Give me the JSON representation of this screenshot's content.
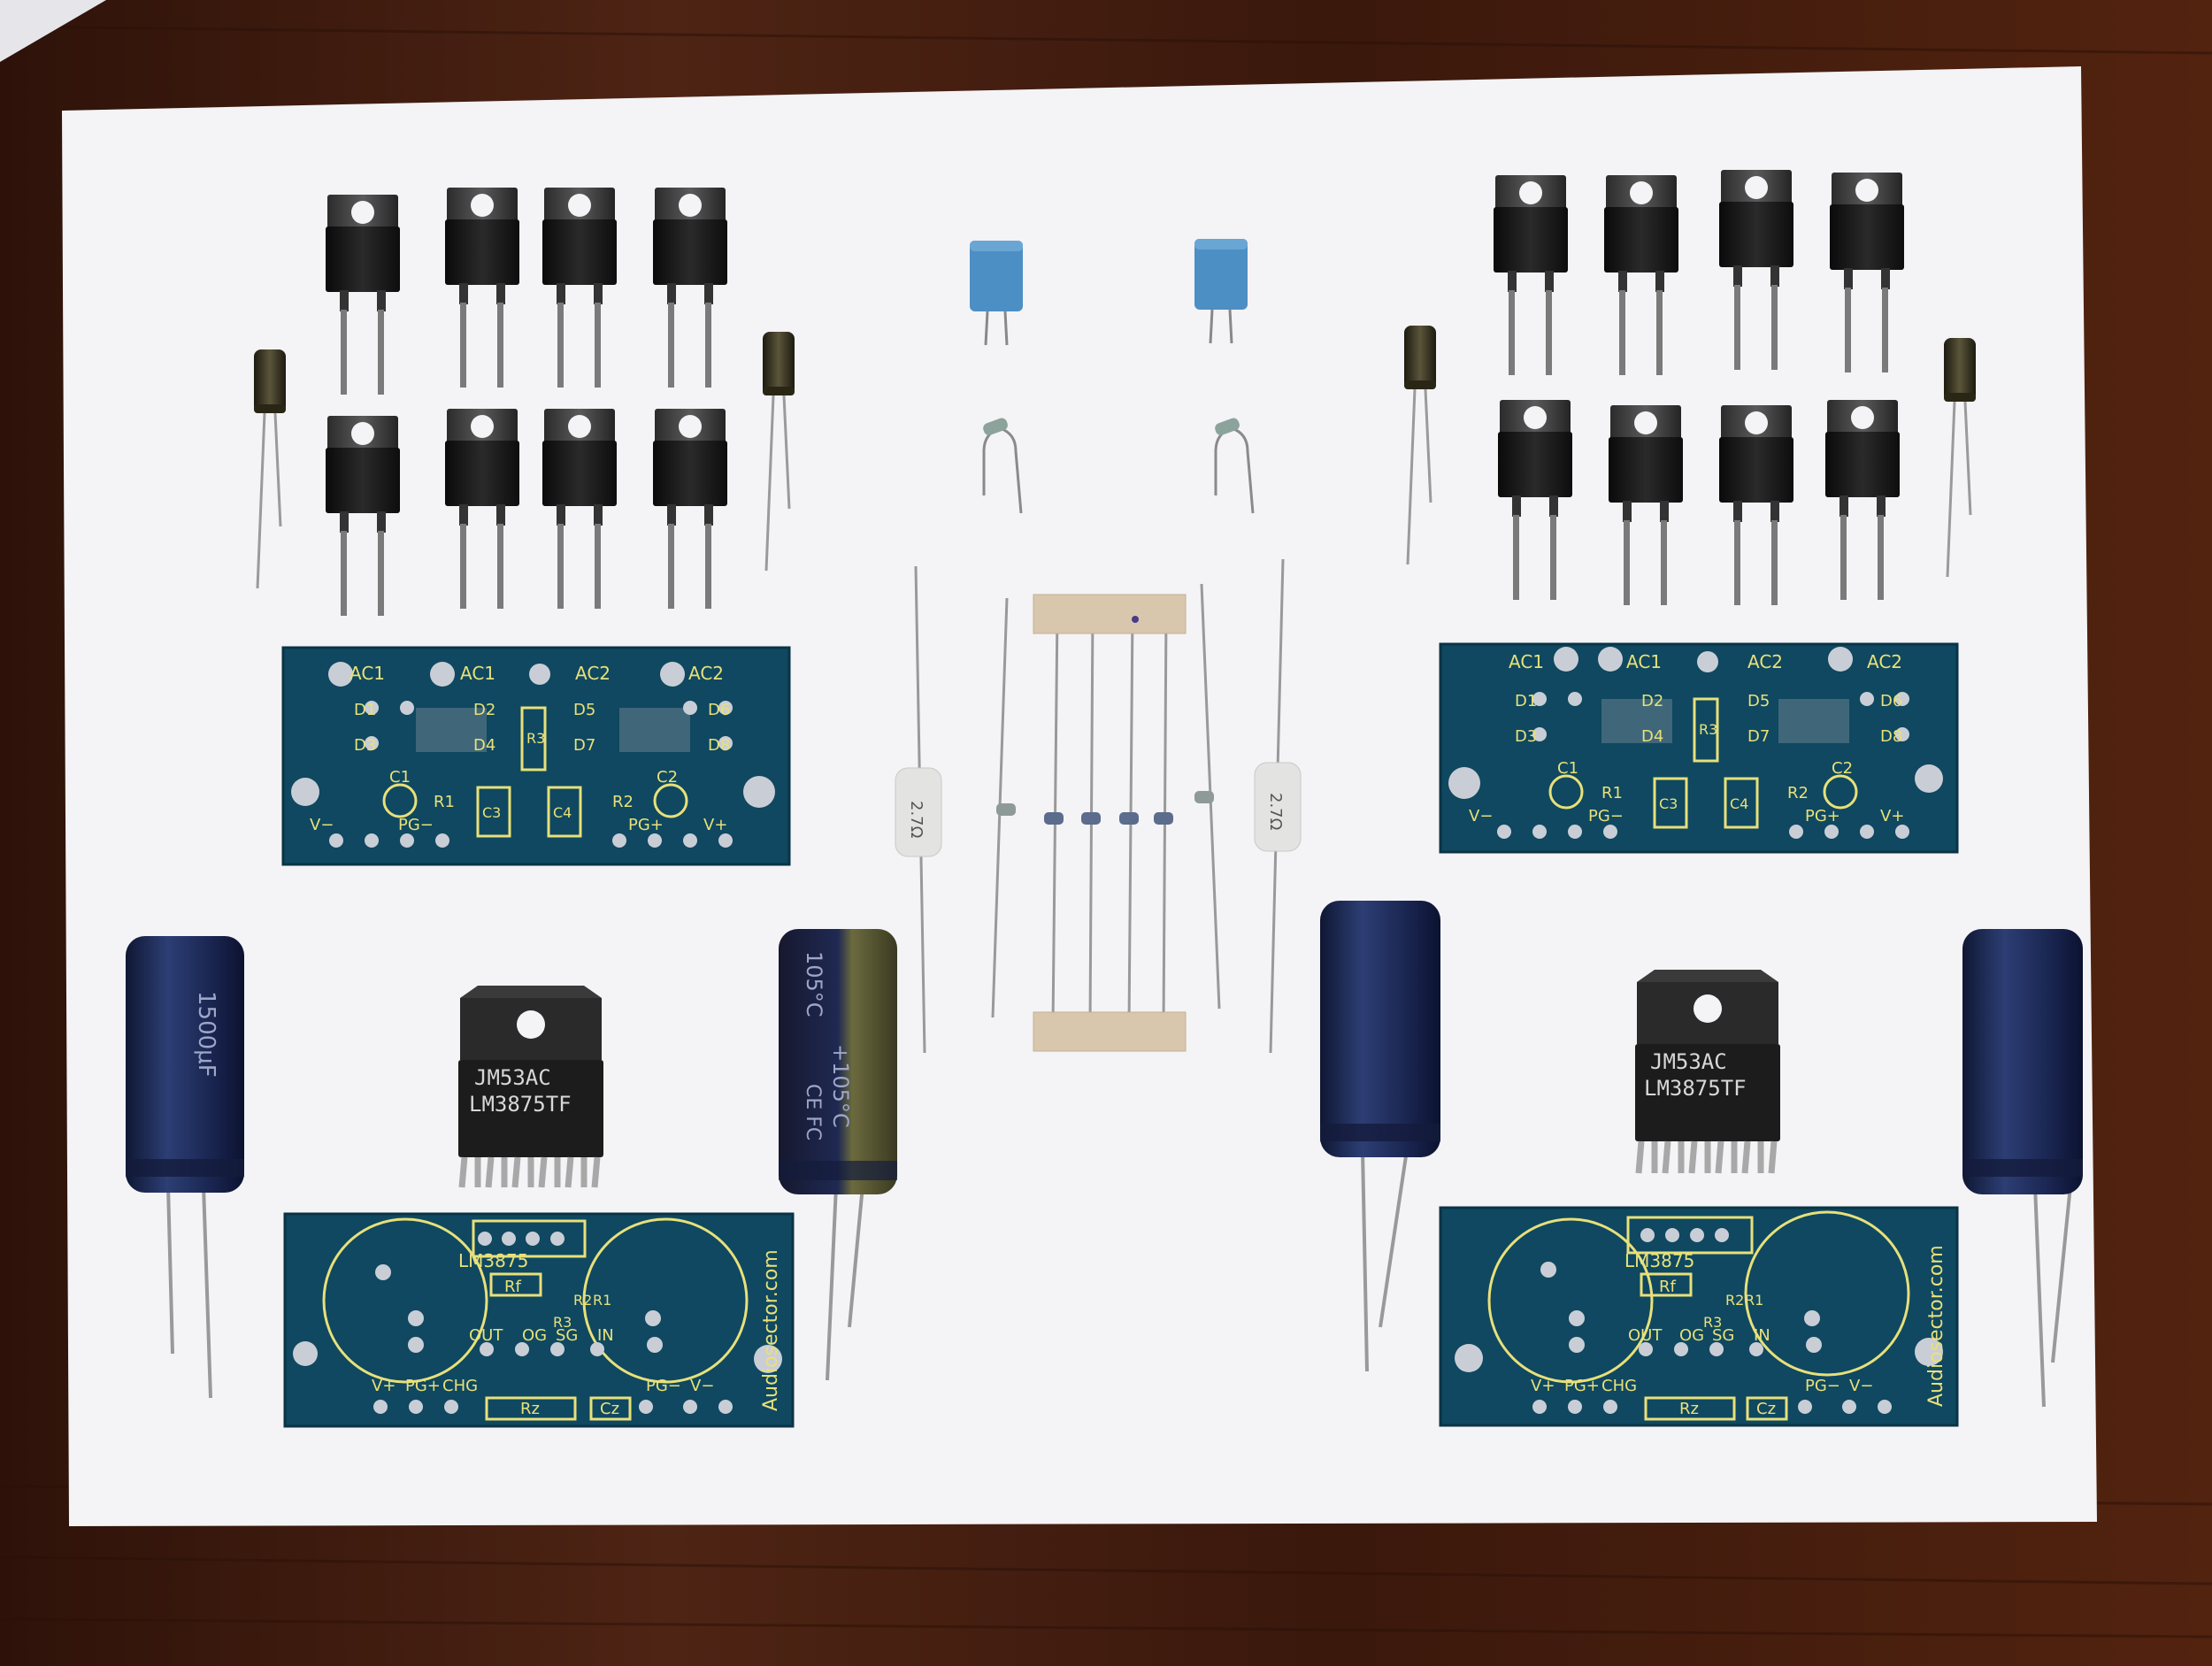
{
  "colors": {
    "wood": "#4a1e10",
    "paper": "#f4f3f6",
    "pcb": "#0f4860",
    "pcb_silk": "#e8e07a",
    "copper_pad": "#c9ced6",
    "cap_blue": "#1c2a55",
    "cap_gold": "#6b6a3e",
    "diode_body": "#1a1a1a",
    "film_cap": "#4c8fc4"
  },
  "icons": [
    "to220-diode",
    "electrolytic-capacitor",
    "film-capacitor",
    "resistor",
    "lm3875-ic",
    "pcb-board"
  ],
  "rectifier_pcb": {
    "labels": {
      "ac1": "AC1",
      "ac2": "AC2",
      "d1": "D1",
      "d2": "D2",
      "d3": "D3",
      "d4": "D4",
      "d5": "D5",
      "d6": "D6",
      "d7": "D7",
      "d8": "D8",
      "c1": "C1",
      "c2": "C2",
      "c3": "C3",
      "c4": "C4",
      "r1": "R1",
      "r2": "R2",
      "r3": "R3",
      "vminus": "V−",
      "vplus": "V+",
      "pgminus": "PG−",
      "pgplus": "PG+"
    }
  },
  "amp_pcb": {
    "labels": {
      "chip": "LM3875",
      "site": "Audiosector.com",
      "rf": "Rf",
      "r1": "R1",
      "r2": "R2",
      "r3": "R3",
      "out": "OUT",
      "og": "OG",
      "sg": "SG",
      "in": "IN",
      "vplus": "V+",
      "vminus": "V−",
      "pgplus": "PG+",
      "pgminus": "PG−",
      "chg": "CHG",
      "rz": "Rz",
      "cz": "Cz"
    }
  },
  "ic": {
    "line1": "JM53AC",
    "line2": "LM3875TF"
  },
  "big_caps": {
    "left_marking": "1500μF",
    "center_marking": "105°C",
    "center_marking2": "+105°C",
    "fc_marking": "CE FC"
  },
  "power_resistors": {
    "left_value": "2.7Ω",
    "right_value": "2.7Ω"
  }
}
